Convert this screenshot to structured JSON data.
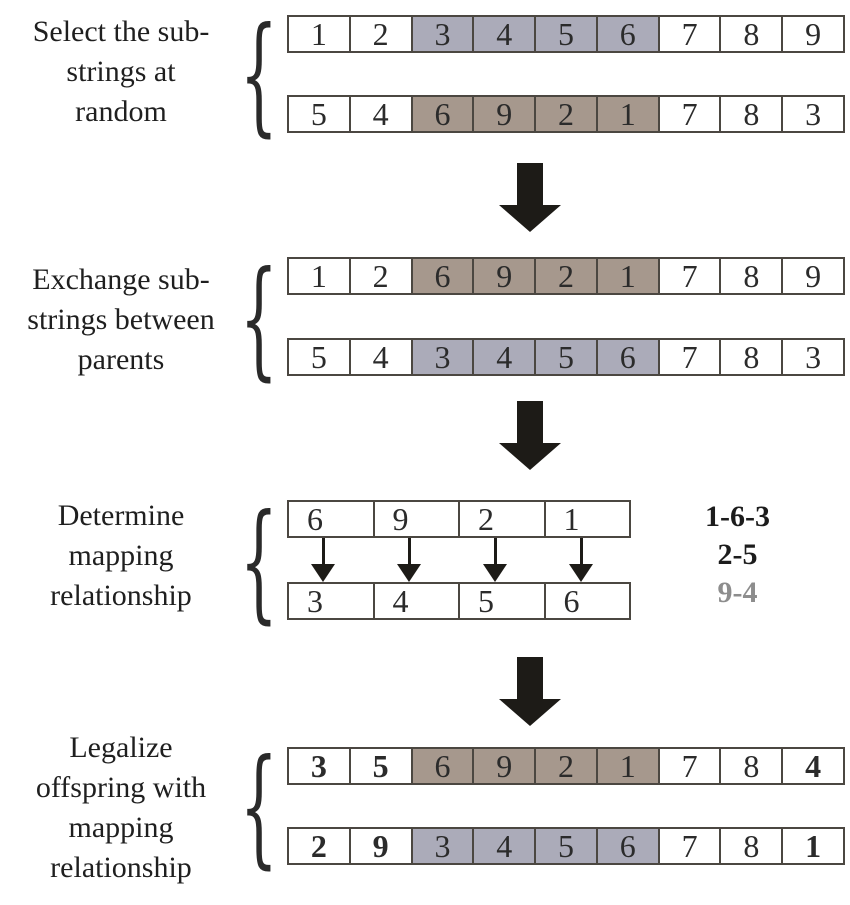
{
  "figure": "partially-mapped-crossover-diagram",
  "colors": {
    "highlight_blue": "#ababb9",
    "highlight_brown": "#a6988d",
    "arrow_black": "#1d1b17",
    "cell_border": "#4b4741",
    "relation_gray": "#8d8d8d"
  },
  "icons": {
    "step_arrow": "down-arrow",
    "mapping_arrow": "down-arrow",
    "group_brace": "left-curly-brace"
  },
  "brace_glyph": "{",
  "steps": [
    {
      "label_lines": [
        "Select the sub-",
        "strings at",
        "random"
      ],
      "rows": [
        {
          "values": [
            "1",
            "2",
            "3",
            "4",
            "5",
            "6",
            "7",
            "8",
            "9"
          ],
          "highlight": {
            "from": 2,
            "to": 5,
            "color": "blue"
          },
          "bold": []
        },
        {
          "values": [
            "5",
            "4",
            "6",
            "9",
            "2",
            "1",
            "7",
            "8",
            "3"
          ],
          "highlight": {
            "from": 2,
            "to": 5,
            "color": "brown"
          },
          "bold": []
        }
      ]
    },
    {
      "label_lines": [
        "Exchange sub-",
        "strings between",
        "parents"
      ],
      "rows": [
        {
          "values": [
            "1",
            "2",
            "6",
            "9",
            "2",
            "1",
            "7",
            "8",
            "9"
          ],
          "highlight": {
            "from": 2,
            "to": 5,
            "color": "brown"
          },
          "bold": []
        },
        {
          "values": [
            "5",
            "4",
            "3",
            "4",
            "5",
            "6",
            "7",
            "8",
            "3"
          ],
          "highlight": {
            "from": 2,
            "to": 5,
            "color": "blue"
          },
          "bold": []
        }
      ]
    },
    {
      "label_lines": [
        "Determine",
        "mapping",
        "relationship"
      ],
      "mapping": {
        "top": [
          "6",
          "9",
          "2",
          "1"
        ],
        "bottom": [
          "3",
          "4",
          "5",
          "6"
        ],
        "relations": [
          {
            "text": "1-6-3",
            "color": "black"
          },
          {
            "text": "2-5",
            "color": "black"
          },
          {
            "text": "9-4",
            "color": "gray"
          }
        ]
      }
    },
    {
      "label_lines": [
        "Legalize",
        "offspring with",
        "mapping",
        "relationship"
      ],
      "rows": [
        {
          "values": [
            "3",
            "5",
            "6",
            "9",
            "2",
            "1",
            "7",
            "8",
            "4"
          ],
          "highlight": {
            "from": 2,
            "to": 5,
            "color": "brown"
          },
          "bold": [
            0,
            1,
            8
          ]
        },
        {
          "values": [
            "2",
            "9",
            "3",
            "4",
            "5",
            "6",
            "7",
            "8",
            "1"
          ],
          "highlight": {
            "from": 2,
            "to": 5,
            "color": "blue"
          },
          "bold": [
            0,
            1,
            8
          ]
        }
      ]
    }
  ]
}
